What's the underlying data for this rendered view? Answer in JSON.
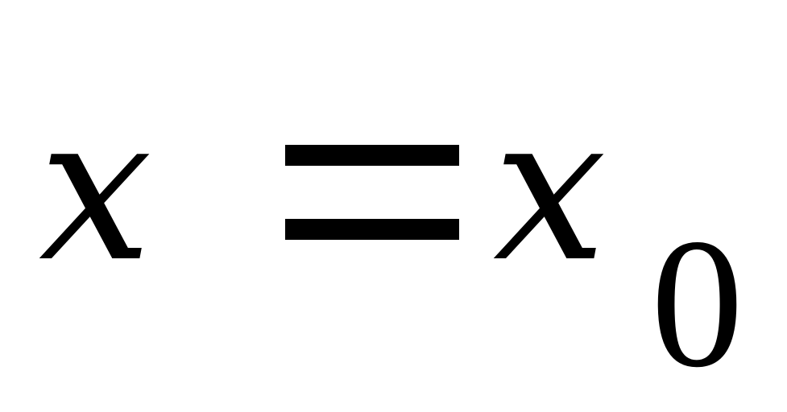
{
  "equation": {
    "lhs_variable": "x",
    "equals_symbol": "=",
    "rhs_variable": "x",
    "rhs_subscript": "0"
  },
  "colors": {
    "background": "#ffffff",
    "text": "#000000"
  }
}
